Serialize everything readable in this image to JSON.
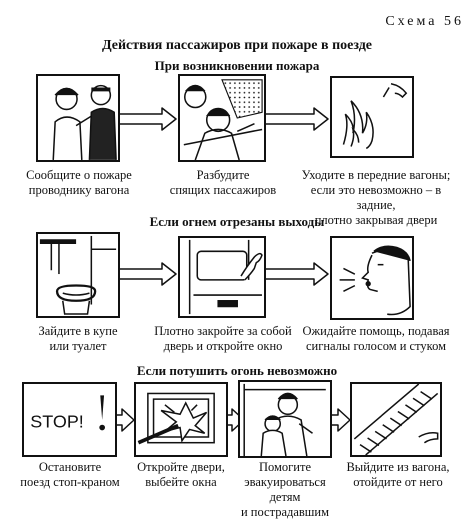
{
  "header": {
    "scheme_label": "Схема 56",
    "title": "Действия пассажиров при пожаре в поезде"
  },
  "rows": [
    {
      "heading": "При возникновении пожара",
      "captions": [
        "Сообщите о пожаре\nпроводнику вагона",
        "Разбудите\nспящих пассажиров",
        "Уходите в передние вагоны;\nесли это невозможно – в задние,\nплотно закрывая двери"
      ]
    },
    {
      "heading": "Если огнем отрезаны выходы",
      "captions": [
        "Зайдите в купе\nили туалет",
        "Плотно закройте за собой\nдверь и откройте окно",
        "Ожидайте помощь, подавая\nсигналы голосом и стуком"
      ]
    },
    {
      "heading": "Если потушить огонь невозможно",
      "captions": [
        "Остановите\nпоезд стоп-краном",
        "Откройте двери,\nвыбейте окна",
        "Помогите\nэвакуироваться детям\nи пострадавшим",
        "Выйдите из вагона,\nотойдите от него"
      ]
    }
  ],
  "stop_sign_text": "STOP!"
}
